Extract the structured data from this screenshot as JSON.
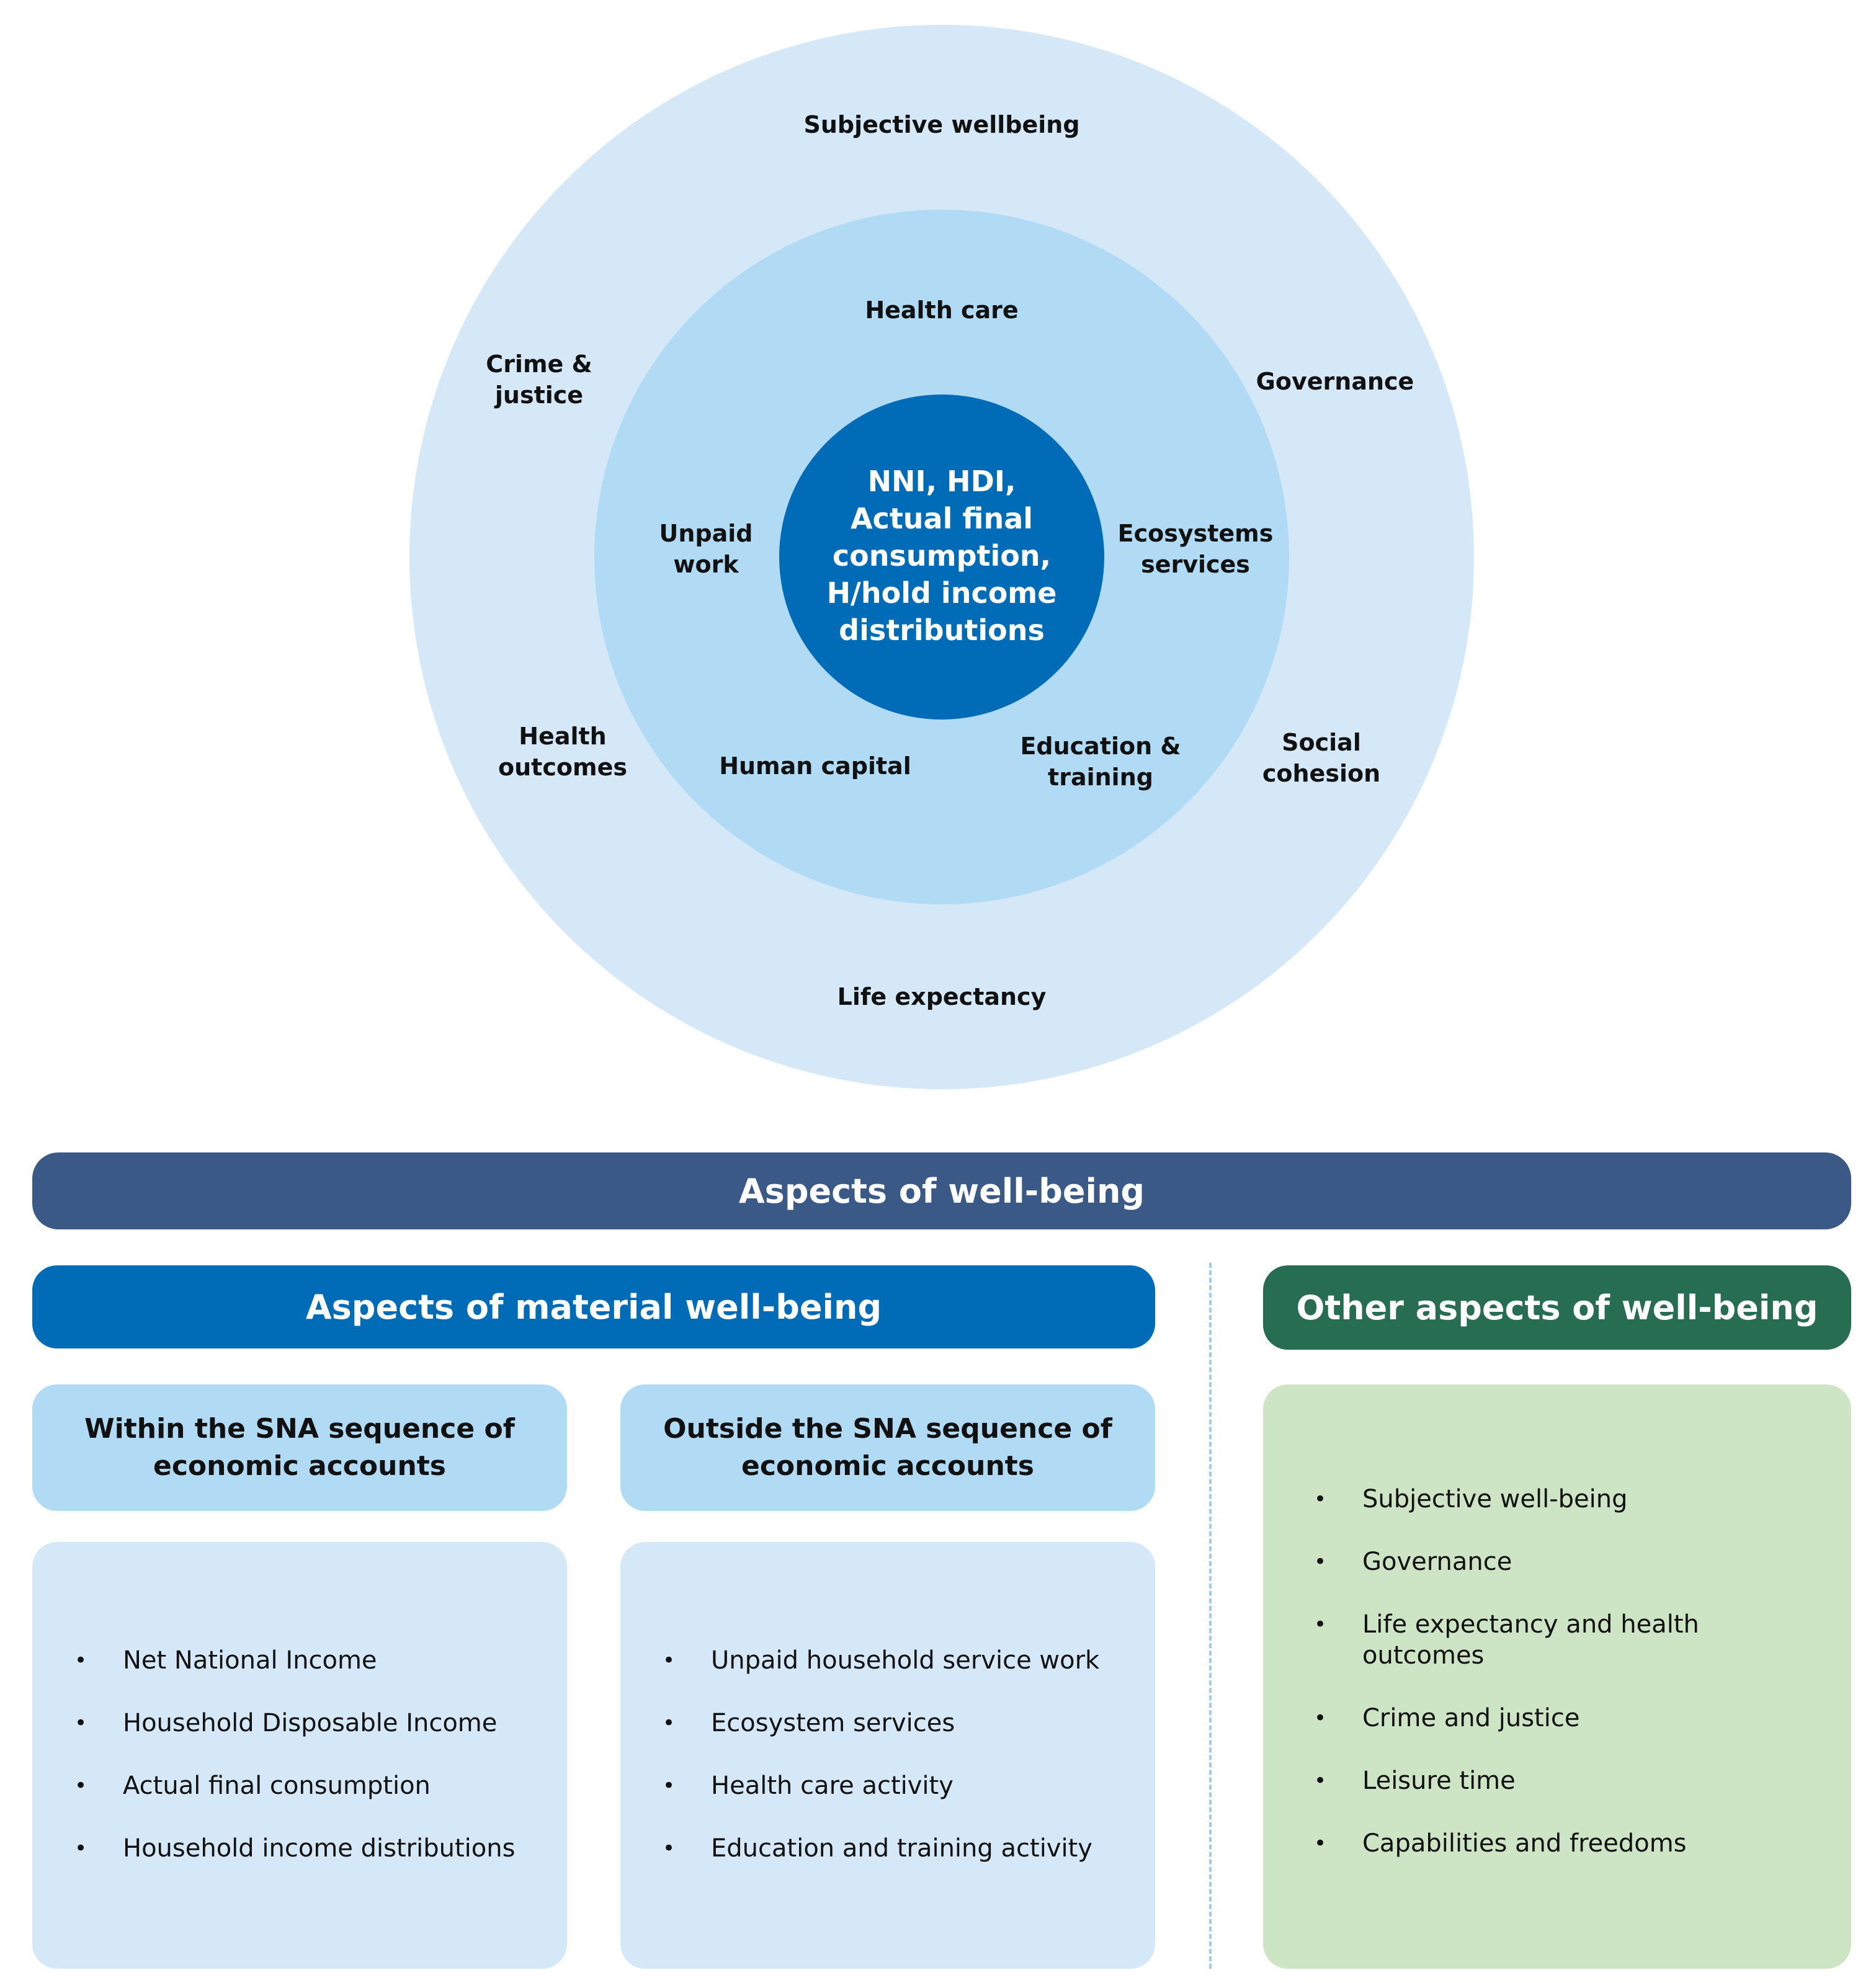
{
  "rings": {
    "center": [
      "NNI, HDI,",
      "Actual final",
      "consumption,",
      "H/hold income",
      "distributions"
    ],
    "middle": {
      "health_care": "Health care",
      "unpaid_work": [
        "Unpaid",
        "work"
      ],
      "ecosystems": [
        "Ecosystems",
        "services"
      ],
      "human_capital": "Human capital",
      "education": [
        "Education &",
        "training"
      ]
    },
    "outer": {
      "subjective": "Subjective wellbeing",
      "crime": [
        "Crime &",
        "justice"
      ],
      "governance": "Governance",
      "health_outcomes": [
        "Health",
        "outcomes"
      ],
      "social_cohesion": [
        "Social",
        "cohesion"
      ],
      "life_expectancy": "Life expectancy"
    }
  },
  "aspects_bar": "Aspects of well-being",
  "material_bar": "Aspects of material well-being",
  "other_bar": "Other aspects of well-being",
  "within": {
    "heading": [
      "Within the SNA sequence of",
      "economic accounts"
    ],
    "items": [
      "Net National Income",
      "Household Disposable Income",
      "Actual final consumption",
      "Household income distributions"
    ]
  },
  "outside": {
    "heading": [
      "Outside the SNA sequence of",
      "economic accounts"
    ],
    "items": [
      "Unpaid household service work",
      "Ecosystem services",
      "Health care activity",
      "Education and training activity"
    ]
  },
  "other": {
    "items": [
      [
        "Subjective well-being"
      ],
      [
        "Governance"
      ],
      [
        "Life expectancy and health",
        "outcomes"
      ],
      [
        "Crime and justice"
      ],
      [
        "Leisure time"
      ],
      [
        "Capabilities and freedoms"
      ]
    ]
  },
  "colors": {
    "outer_ring": "#d5e8f7",
    "middle_ring": "#b1daf5",
    "inner_circle": "#006bb6",
    "aspects_bar": "#3a5986",
    "material_bar": "#006bb6",
    "other_bar": "#276d52",
    "other_panel": "#cde4c5"
  }
}
